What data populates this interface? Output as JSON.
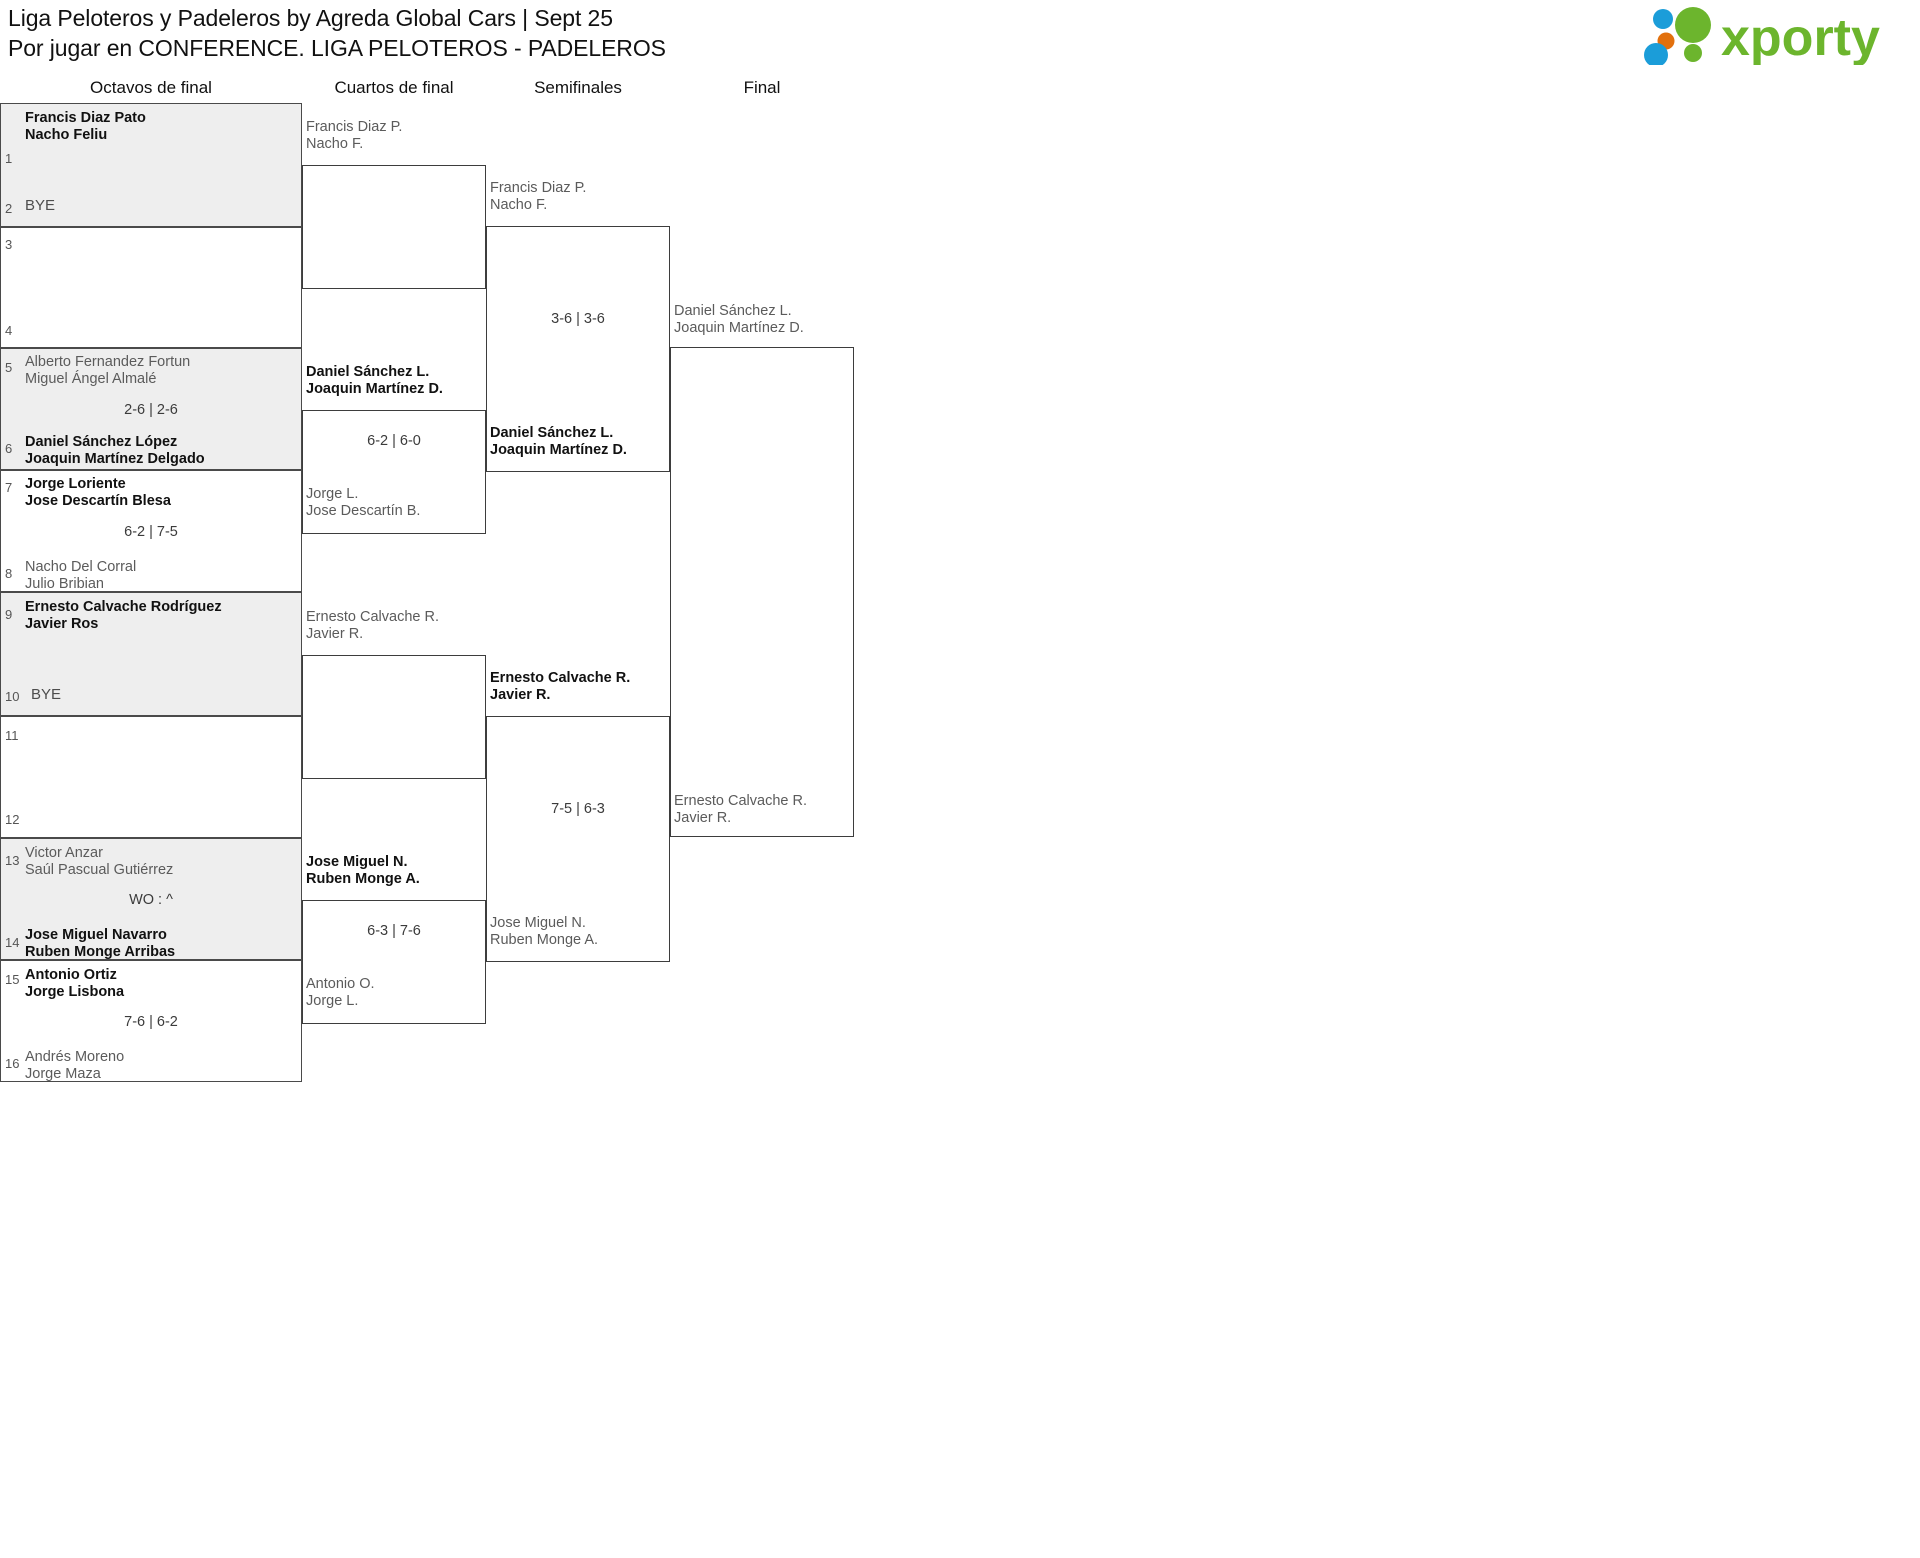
{
  "header": {
    "title_line1": "Liga Peloteros y Padeleros by Agreda Global Cars | Sept 25",
    "title_line2": "Por jugar en CONFERENCE. LIGA PELOTEROS - PADELEROS",
    "logo_text": "xporty",
    "logo_colors": {
      "green": "#6cb52d",
      "blue": "#1b9dd9",
      "orange": "#e2700d"
    }
  },
  "rounds": [
    {
      "label": "Octavos de final"
    },
    {
      "label": "Cuartos de final"
    },
    {
      "label": "Semifinales"
    },
    {
      "label": "Final"
    }
  ],
  "bracket": {
    "round1": [
      {
        "seed_top": "1",
        "top_line1": "Francis Diaz Pato",
        "top_line2": "Nacho Feliu",
        "top_result": "winner",
        "seed_bottom": "2",
        "bottom_line1": "BYE",
        "bottom_line2": "",
        "bottom_result": "bye",
        "score": "",
        "shaded": true
      },
      {
        "seed_top": "3",
        "top_line1": "",
        "top_line2": "",
        "top_result": "loser",
        "seed_bottom": "4",
        "bottom_line1": "",
        "bottom_line2": "",
        "bottom_result": "loser",
        "score": "",
        "shaded": false
      },
      {
        "seed_top": "5",
        "top_line1": "Alberto Fernandez Fortun",
        "top_line2": "Miguel Ángel Almalé",
        "top_result": "loser",
        "seed_bottom": "6",
        "bottom_line1": "Daniel Sánchez López",
        "bottom_line2": "Joaquin Martínez Delgado",
        "bottom_result": "winner",
        "score": "2-6 | 2-6",
        "shaded": true
      },
      {
        "seed_top": "7",
        "top_line1": "Jorge Loriente",
        "top_line2": "Jose Descartín Blesa",
        "top_result": "winner",
        "seed_bottom": "8",
        "bottom_line1": "Nacho Del Corral",
        "bottom_line2": "Julio Bribian",
        "bottom_result": "loser",
        "score": "6-2 | 7-5",
        "shaded": false
      },
      {
        "seed_top": "9",
        "top_line1": "Ernesto Calvache Rodríguez",
        "top_line2": "Javier Ros",
        "top_result": "winner",
        "seed_bottom": "10",
        "bottom_line1": "BYE",
        "bottom_line2": "",
        "bottom_result": "bye",
        "score": "",
        "shaded": true
      },
      {
        "seed_top": "11",
        "top_line1": "",
        "top_line2": "",
        "top_result": "loser",
        "seed_bottom": "12",
        "bottom_line1": "",
        "bottom_line2": "",
        "bottom_result": "loser",
        "score": "",
        "shaded": false
      },
      {
        "seed_top": "13",
        "top_line1": "Victor Anzar",
        "top_line2": "Saúl Pascual Gutiérrez",
        "top_result": "loser",
        "seed_bottom": "14",
        "bottom_line1": "Jose Miguel Navarro",
        "bottom_line2": "Ruben Monge Arribas",
        "bottom_result": "winner",
        "score": "WO : ^",
        "shaded": true
      },
      {
        "seed_top": "15",
        "top_line1": "Antonio Ortiz",
        "top_line2": "Jorge Lisbona",
        "top_result": "winner",
        "seed_bottom": "16",
        "bottom_line1": "Andrés Moreno",
        "bottom_line2": "Jorge Maza",
        "bottom_result": "loser",
        "score": "7-6 | 6-2",
        "shaded": false
      }
    ],
    "round2": [
      {
        "top_line1": "Francis Diaz P.",
        "top_line2": "Nacho F.",
        "top_result": "loser",
        "bottom_line1": "",
        "bottom_line2": "",
        "bottom_result": "loser",
        "score": ""
      },
      {
        "top_line1": "Daniel Sánchez L.",
        "top_line2": "Joaquin Martínez D.",
        "top_result": "winner",
        "bottom_line1": "Jorge L.",
        "bottom_line2": "Jose Descartín B.",
        "bottom_result": "loser",
        "score": "6-2 | 6-0"
      },
      {
        "top_line1": "Ernesto Calvache R.",
        "top_line2": "Javier R.",
        "top_result": "loser",
        "bottom_line1": "",
        "bottom_line2": "",
        "bottom_result": "loser",
        "score": ""
      },
      {
        "top_line1": "Jose Miguel N.",
        "top_line2": "Ruben Monge A.",
        "top_result": "winner",
        "bottom_line1": "Antonio O.",
        "bottom_line2": "Jorge L.",
        "bottom_result": "loser",
        "score": "6-3 | 7-6"
      }
    ],
    "round3": [
      {
        "top_line1": "Francis Diaz P.",
        "top_line2": "Nacho F.",
        "top_result": "loser",
        "bottom_line1": "Daniel Sánchez L.",
        "bottom_line2": "Joaquin Martínez D.",
        "bottom_result": "winner",
        "score": "3-6 | 3-6"
      },
      {
        "top_line1": "Ernesto Calvache R.",
        "top_line2": "Javier R.",
        "top_result": "winner",
        "bottom_line1": "Jose Miguel N.",
        "bottom_line2": "Ruben Monge A.",
        "bottom_result": "loser",
        "score": "7-5 | 6-3"
      }
    ],
    "round4": [
      {
        "top_line1": "Daniel Sánchez L.",
        "top_line2": "Joaquin Martínez D.",
        "top_result": "loser",
        "bottom_line1": "Ernesto Calvache R.",
        "bottom_line2": "Javier R.",
        "bottom_result": "loser",
        "score": ""
      }
    ]
  }
}
